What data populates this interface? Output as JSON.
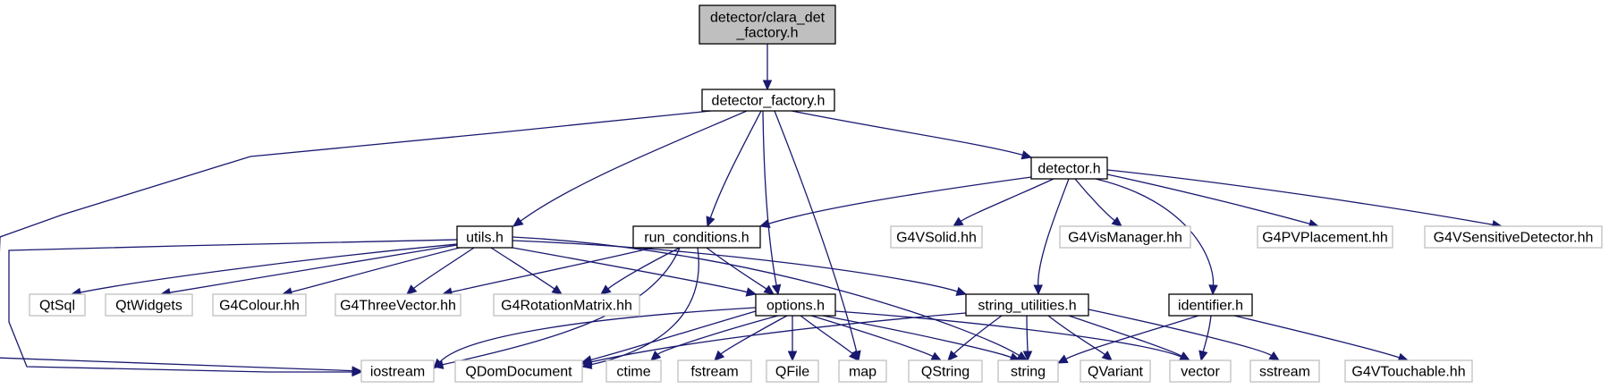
{
  "colors": {
    "edge": "#191970",
    "root_fill": "#bfbfbf",
    "node_fill": "#ffffff",
    "node_border": "#000000",
    "external_border": "#bfbfbf"
  },
  "nodes": [
    {
      "id": "clara",
      "lines": [
        "detector/clara_det",
        "_factory.h"
      ],
      "kind": "root"
    },
    {
      "id": "factory",
      "lines": [
        "detector_factory.h"
      ],
      "kind": "local"
    },
    {
      "id": "detector",
      "lines": [
        "detector.h"
      ],
      "kind": "local"
    },
    {
      "id": "utils",
      "lines": [
        "utils.h"
      ],
      "kind": "local"
    },
    {
      "id": "runcond",
      "lines": [
        "run_conditions.h"
      ],
      "kind": "local"
    },
    {
      "id": "g4vsolid",
      "lines": [
        "G4VSolid.hh"
      ],
      "kind": "external"
    },
    {
      "id": "g4vismgr",
      "lines": [
        "G4VisManager.hh"
      ],
      "kind": "external"
    },
    {
      "id": "g4pvplace",
      "lines": [
        "G4PVPlacement.hh"
      ],
      "kind": "external"
    },
    {
      "id": "g4vsensdet",
      "lines": [
        "G4VSensitiveDetector.hh"
      ],
      "kind": "external"
    },
    {
      "id": "qtsql",
      "lines": [
        "QtSql"
      ],
      "kind": "external"
    },
    {
      "id": "qtwidgets",
      "lines": [
        "QtWidgets"
      ],
      "kind": "external"
    },
    {
      "id": "g4colour",
      "lines": [
        "G4Colour.hh"
      ],
      "kind": "external"
    },
    {
      "id": "g4threevec",
      "lines": [
        "G4ThreeVector.hh"
      ],
      "kind": "external"
    },
    {
      "id": "g4rotmat",
      "lines": [
        "G4RotationMatrix.hh"
      ],
      "kind": "external"
    },
    {
      "id": "options",
      "lines": [
        "options.h"
      ],
      "kind": "local"
    },
    {
      "id": "strutil",
      "lines": [
        "string_utilities.h"
      ],
      "kind": "local"
    },
    {
      "id": "identifier",
      "lines": [
        "identifier.h"
      ],
      "kind": "local"
    },
    {
      "id": "iostream",
      "lines": [
        "iostream"
      ],
      "kind": "external"
    },
    {
      "id": "qdomdoc",
      "lines": [
        "QDomDocument"
      ],
      "kind": "external"
    },
    {
      "id": "ctime",
      "lines": [
        "ctime"
      ],
      "kind": "external"
    },
    {
      "id": "fstream",
      "lines": [
        "fstream"
      ],
      "kind": "external"
    },
    {
      "id": "qfile",
      "lines": [
        "QFile"
      ],
      "kind": "external"
    },
    {
      "id": "map",
      "lines": [
        "map"
      ],
      "kind": "external"
    },
    {
      "id": "qstring",
      "lines": [
        "QString"
      ],
      "kind": "external"
    },
    {
      "id": "string",
      "lines": [
        "string"
      ],
      "kind": "external"
    },
    {
      "id": "qvariant",
      "lines": [
        "QVariant"
      ],
      "kind": "external"
    },
    {
      "id": "vector",
      "lines": [
        "vector"
      ],
      "kind": "external"
    },
    {
      "id": "sstream",
      "lines": [
        "sstream"
      ],
      "kind": "external"
    },
    {
      "id": "g4vtouch",
      "lines": [
        "G4VTouchable.hh"
      ],
      "kind": "external"
    }
  ],
  "edges": [
    {
      "from": "clara",
      "to": "factory"
    },
    {
      "from": "factory",
      "to": "iostream"
    },
    {
      "from": "factory",
      "to": "utils"
    },
    {
      "from": "factory",
      "to": "runcond"
    },
    {
      "from": "factory",
      "to": "options"
    },
    {
      "from": "factory",
      "to": "map"
    },
    {
      "from": "factory",
      "to": "detector"
    },
    {
      "from": "detector",
      "to": "runcond"
    },
    {
      "from": "detector",
      "to": "g4vsolid"
    },
    {
      "from": "detector",
      "to": "strutil"
    },
    {
      "from": "detector",
      "to": "g4vismgr"
    },
    {
      "from": "detector",
      "to": "identifier"
    },
    {
      "from": "detector",
      "to": "g4pvplace"
    },
    {
      "from": "detector",
      "to": "g4vsensdet"
    },
    {
      "from": "utils",
      "to": "iostream"
    },
    {
      "from": "utils",
      "to": "qtsql"
    },
    {
      "from": "utils",
      "to": "qtwidgets"
    },
    {
      "from": "utils",
      "to": "g4colour"
    },
    {
      "from": "utils",
      "to": "g4threevec"
    },
    {
      "from": "utils",
      "to": "g4rotmat"
    },
    {
      "from": "utils",
      "to": "options"
    },
    {
      "from": "utils",
      "to": "strutil"
    },
    {
      "from": "utils",
      "to": "string"
    },
    {
      "from": "runcond",
      "to": "g4threevec"
    },
    {
      "from": "runcond",
      "to": "g4rotmat"
    },
    {
      "from": "runcond",
      "to": "options"
    },
    {
      "from": "runcond",
      "to": "iostream"
    },
    {
      "from": "runcond",
      "to": "qdomdoc"
    },
    {
      "from": "options",
      "to": "iostream"
    },
    {
      "from": "options",
      "to": "qdomdoc"
    },
    {
      "from": "options",
      "to": "ctime"
    },
    {
      "from": "options",
      "to": "fstream"
    },
    {
      "from": "options",
      "to": "qfile"
    },
    {
      "from": "options",
      "to": "map"
    },
    {
      "from": "options",
      "to": "qstring"
    },
    {
      "from": "options",
      "to": "string"
    },
    {
      "from": "options",
      "to": "vector"
    },
    {
      "from": "strutil",
      "to": "qdomdoc"
    },
    {
      "from": "strutil",
      "to": "qstring"
    },
    {
      "from": "strutil",
      "to": "string"
    },
    {
      "from": "strutil",
      "to": "qvariant"
    },
    {
      "from": "strutil",
      "to": "vector"
    },
    {
      "from": "strutil",
      "to": "sstream"
    },
    {
      "from": "identifier",
      "to": "string"
    },
    {
      "from": "identifier",
      "to": "vector"
    },
    {
      "from": "identifier",
      "to": "g4vtouch"
    }
  ]
}
